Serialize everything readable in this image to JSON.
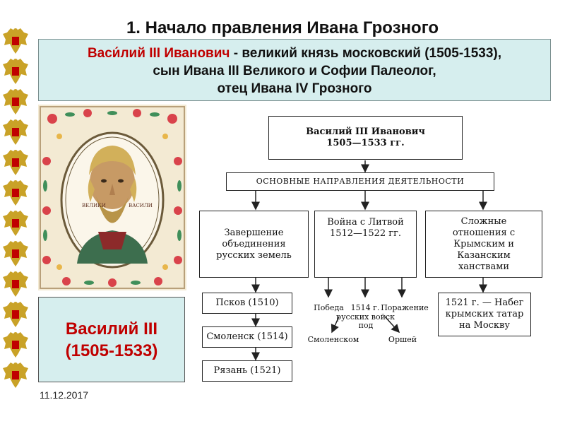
{
  "slide": {
    "title": "1. Начало правления Ивана Грозного",
    "date": "11.12.2017"
  },
  "info": {
    "name": "Васи́лий III Иванович",
    "line1_rest": " - великий князь московский (1505-1533),",
    "line2": "сын Ивана III Великого и Софии Палеолог,",
    "line3": "отец Ивана IV Грозного"
  },
  "name_box": {
    "line1": "Василий III",
    "line2": "(1505-1533)"
  },
  "schema": {
    "top": {
      "line1": "Василий III Иванович",
      "line2": "1505—1533 гг."
    },
    "main": "ОСНОВНЫЕ НАПРАВЛЕНИЯ ДЕЯТЕЛЬНОСТИ",
    "directions": [
      {
        "line1": "Завершение",
        "line2": "объединения",
        "line3": "русских земель",
        "line4": ""
      },
      {
        "line1": "Война с Литвой",
        "line2": "1512—1522 гг.",
        "line3": "",
        "line4": ""
      },
      {
        "line1": "Сложные",
        "line2": "отношения с",
        "line3": "Крымским и",
        "line4": "Казанским",
        "line5": "ханствами"
      }
    ],
    "lands": [
      "Псков (1510)",
      "Смоленск (1514)",
      "Рязань (1521)"
    ],
    "war": {
      "victory": "Победа",
      "y1514": "1514 г.",
      "defeat": "Поражение",
      "troops": "русских войск",
      "under": "под",
      "smolensk": "Смоленском",
      "orsha": "Оршей"
    },
    "raid": {
      "line1": "1521 г. — Набег",
      "line2": "крымских татар",
      "line3": "на Москву"
    }
  },
  "colors": {
    "box_fill": "#d6eeee",
    "accent_red": "#c00000"
  }
}
